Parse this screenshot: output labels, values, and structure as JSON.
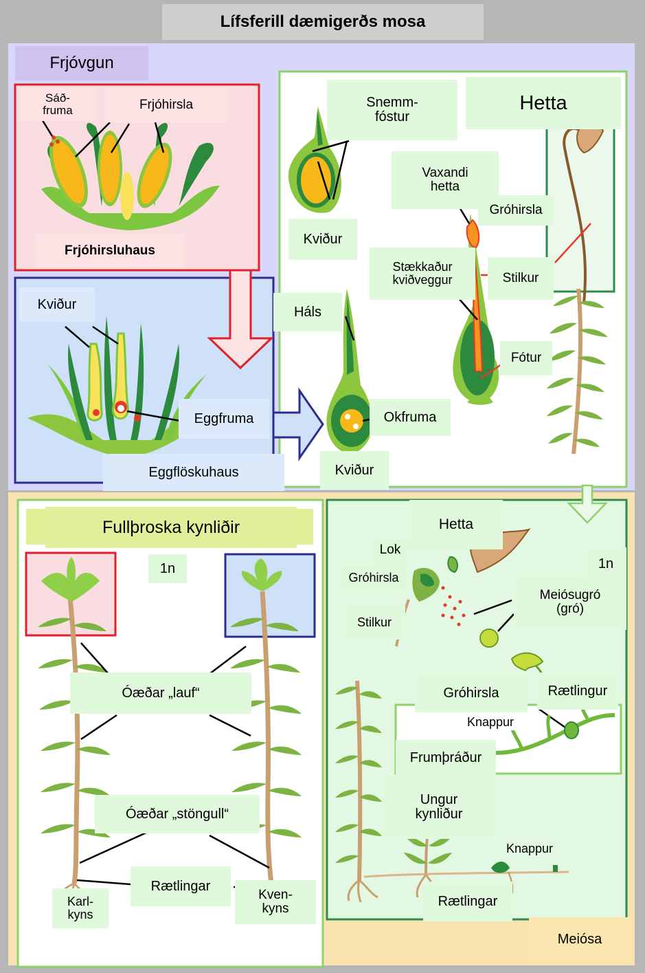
{
  "title": "Lífsferill dæmigerðs mosa",
  "fertilization": {
    "heading": "Frjóvgun",
    "antheridium_head": {
      "title": "Frjóhirsluhaus",
      "sperm_cell": "Sáð-\nfruma",
      "antheridium": "Frjóhirsla"
    },
    "archegonium_head": {
      "title": "Eggflöskuhaus",
      "archegonium": "Kviður",
      "egg_cell": "Eggfruma"
    }
  },
  "sporophyte_development": {
    "embryo": "Snemm-\nfóstur",
    "venter_1": "Kviður",
    "calyptra_heading": "Hetta",
    "growing_calyptra": "Vaxandi\nhetta",
    "capsule": "Gróhirsla",
    "enlarged_venter": "Stækkaður\nkviðveggur",
    "seta": "Stilkur",
    "neck": "Háls",
    "foot": "Fótur",
    "zygote": "Okfruma",
    "venter_2": "Kviður"
  },
  "gametophytes": {
    "heading": "Fullþroska kynliðir",
    "ploidy": "1n",
    "leaves": "Óæðar „lauf“",
    "stem": "Óæðar „stöngull“",
    "rhizoids": "Rætlingar",
    "male": "Karl-\nkyns",
    "female": "Kven-\nkyns"
  },
  "spores": {
    "calyptra": "Hetta",
    "lid": "Lok",
    "capsule": "Gróhirsla",
    "seta": "Stilkur",
    "ploidy": "1n",
    "meiospore": "Meiósugró\n(gró)",
    "capsule_2": "Gróhirsla",
    "rhizoid": "Rætlingur",
    "bud": "Knappur",
    "protonema": "Frumþráður",
    "young_gametophyte": "Ungur\nkynliður",
    "bud_2": "Knappur",
    "rhizoids": "Rætlingar",
    "meiosis": "Meiósa"
  },
  "colors": {
    "fertilization_bg": "#d8d6fb",
    "lower_bg": "#f9e3b0",
    "male_box": "#e0202a",
    "female_box": "#2d2d8c",
    "green_frame": "#8ed06a",
    "dark_green_frame": "#2e8b4b"
  }
}
